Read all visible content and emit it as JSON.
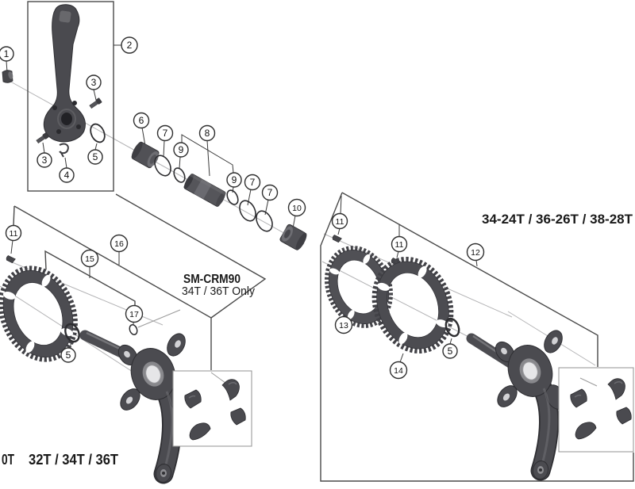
{
  "callouts": {
    "c1": "1",
    "c2": "2",
    "c3a": "3",
    "c3b": "3",
    "c4": "4",
    "c5a": "5",
    "c5l": "5",
    "c5r": "5",
    "c6": "6",
    "c7a": "7",
    "c7b": "7",
    "c7c": "7",
    "c8": "8",
    "c9a": "9",
    "c9b": "9",
    "c10": "10",
    "c11l": "11",
    "c11a": "11",
    "c11b": "11",
    "c12": "12",
    "c13": "13",
    "c14": "14",
    "c15": "15",
    "c16": "16",
    "c17": "17"
  },
  "labels": {
    "model": "SM-CRM90",
    "model_note": "34T / 36T Only",
    "right_crankset_teeth": "34-24T / 36-26T / 38-28T",
    "left_teeth_clipped": "0T",
    "left_teeth": "32T / 34T / 36T"
  },
  "colors": {
    "part_fill": "#4a4a4f",
    "part_edge": "#2e2e32",
    "outline": "#4a4a4a",
    "leader": "#3a3a3a",
    "axis": "#b4b4b6",
    "text": "#1a1a1a",
    "background": "#ffffff"
  }
}
